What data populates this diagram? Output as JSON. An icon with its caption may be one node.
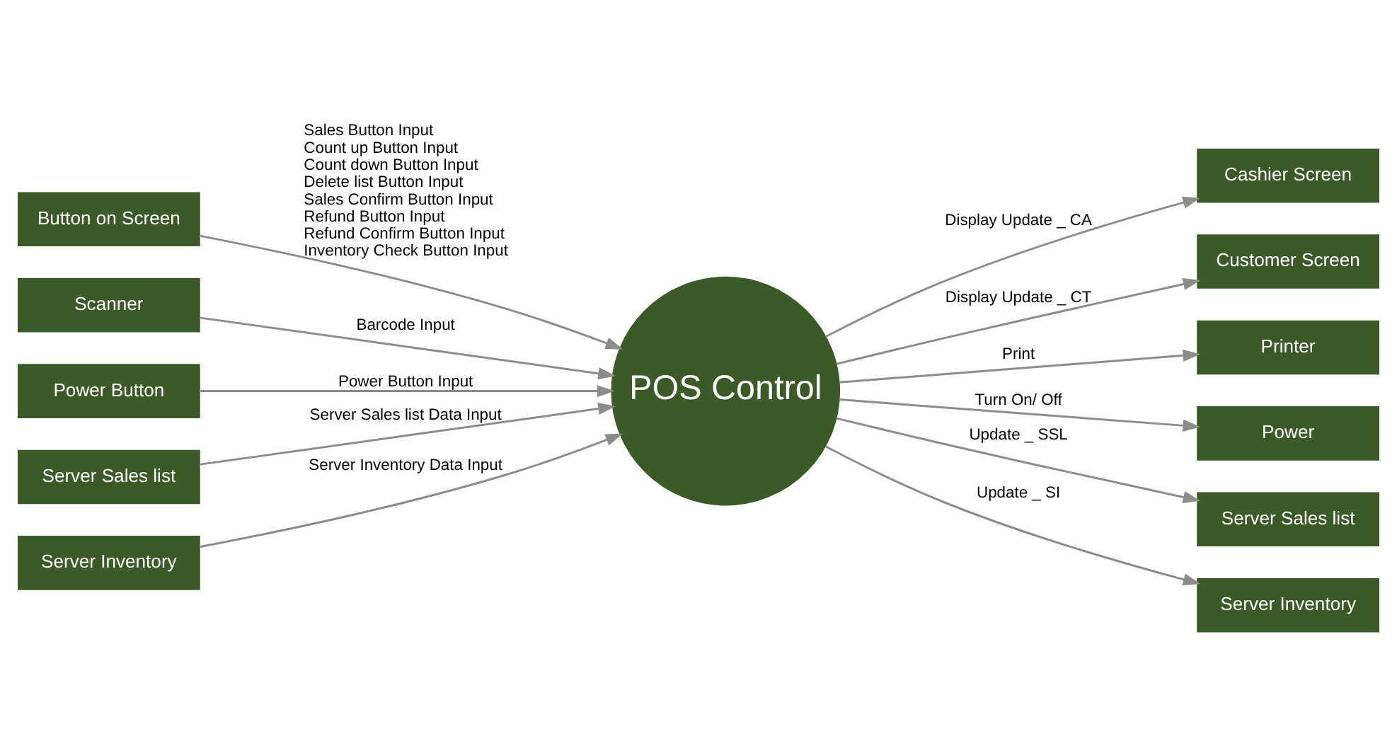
{
  "diagram": {
    "nodes": [
      {
        "text": [
          "Button on Screen"
        ]
      },
      {
        "text": [
          "Scanner"
        ]
      },
      {
        "text": [
          "Power Button"
        ]
      },
      {
        "text": [
          "Server Sales list"
        ]
      },
      {
        "text": [
          "Server Inventory"
        ]
      },
      {
        "text": [
          "POS Control"
        ]
      },
      {
        "text": [
          "Cashier Screen"
        ]
      },
      {
        "text": [
          "Customer Screen"
        ]
      },
      {
        "text": [
          "Printer"
        ]
      },
      {
        "text": [
          "Power"
        ]
      },
      {
        "text": [
          "Server Sales list"
        ]
      },
      {
        "text": [
          "Server Inventory"
        ]
      }
    ],
    "edges": [
      {
        "from": 0,
        "to": 5,
        "arrow": "to",
        "label": [
          "Sales Button Input",
          "Count up Button Input",
          "Count down Button Input",
          "Delete list Button Input",
          "Sales Confirm Button Input",
          "Refund Button Input",
          "Refund Confirm Button Input",
          "Inventory Check Button Input"
        ]
      },
      {
        "from": 1,
        "to": 5,
        "arrow": "to",
        "label": "Barcode Input"
      },
      {
        "from": 2,
        "to": 5,
        "arrow": "to",
        "label": "Power Button Input"
      },
      {
        "from": 3,
        "to": 5,
        "arrow": "to",
        "label": "Server Sales list Data Input"
      },
      {
        "from": 4,
        "to": 5,
        "arrow": "to",
        "label": "Server Inventory Data Input"
      },
      {
        "from": 5,
        "to": 6,
        "arrow": "to",
        "label": "Display Update _ CA"
      },
      {
        "from": 5,
        "to": 7,
        "arrow": "to",
        "label": "Display Update _ CT"
      },
      {
        "from": 5,
        "to": 8,
        "arrow": "to",
        "label": "Print"
      },
      {
        "from": 5,
        "to": 9,
        "arrow": "to",
        "label": "Turn On/ Off"
      },
      {
        "from": 5,
        "to": 10,
        "arrow": "to",
        "label": "Update _ SSL"
      },
      {
        "from": 5,
        "to": 11,
        "arrow": "to",
        "label": "Update _ SI"
      }
    ]
  }
}
